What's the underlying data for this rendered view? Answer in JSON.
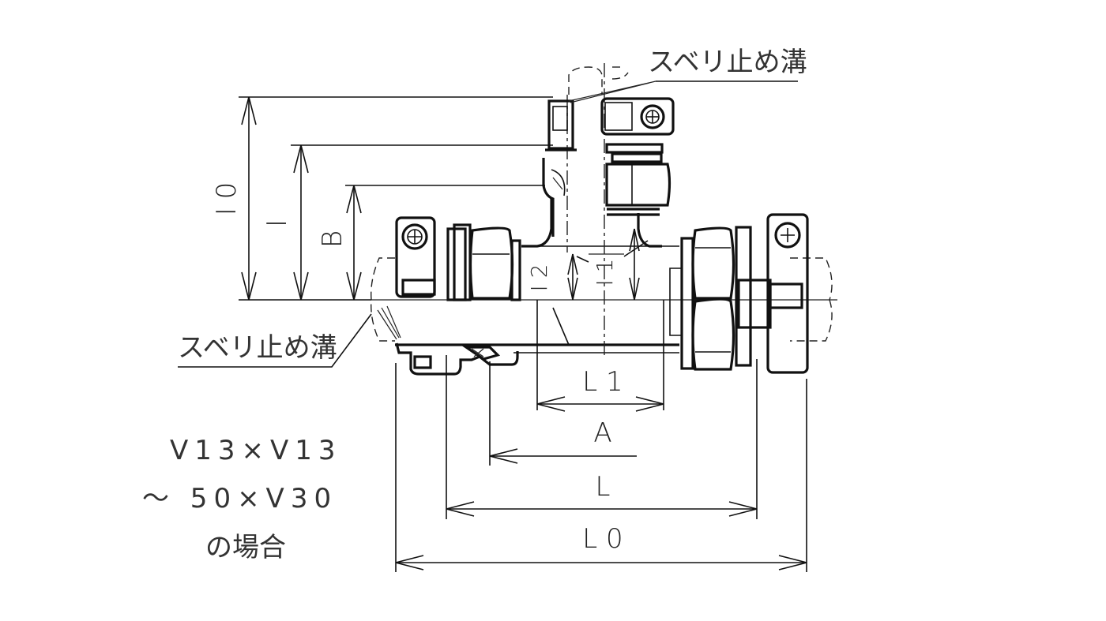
{
  "drawing": {
    "type": "technical-drawing",
    "subject": "tee fitting section view",
    "callouts": {
      "top_groove": "スベリ止め溝",
      "left_groove": "スベリ止め溝"
    },
    "dimensions": {
      "vertical": [
        "I0",
        "I",
        "B",
        "I2",
        "I1"
      ],
      "horizontal": [
        "L1",
        "A",
        "L",
        "L0"
      ],
      "labels": {
        "I0": "I 0",
        "I": "I",
        "B": "B",
        "I2": "I 2",
        "I1": "I 1",
        "L1": "L 1",
        "A": "A",
        "L": "L",
        "L0": "L 0"
      }
    },
    "note": {
      "line1": "V13×V13",
      "line2": "～ 50×V30",
      "line3": "の場合"
    },
    "colors": {
      "line": "#111111",
      "background": "#ffffff"
    }
  }
}
